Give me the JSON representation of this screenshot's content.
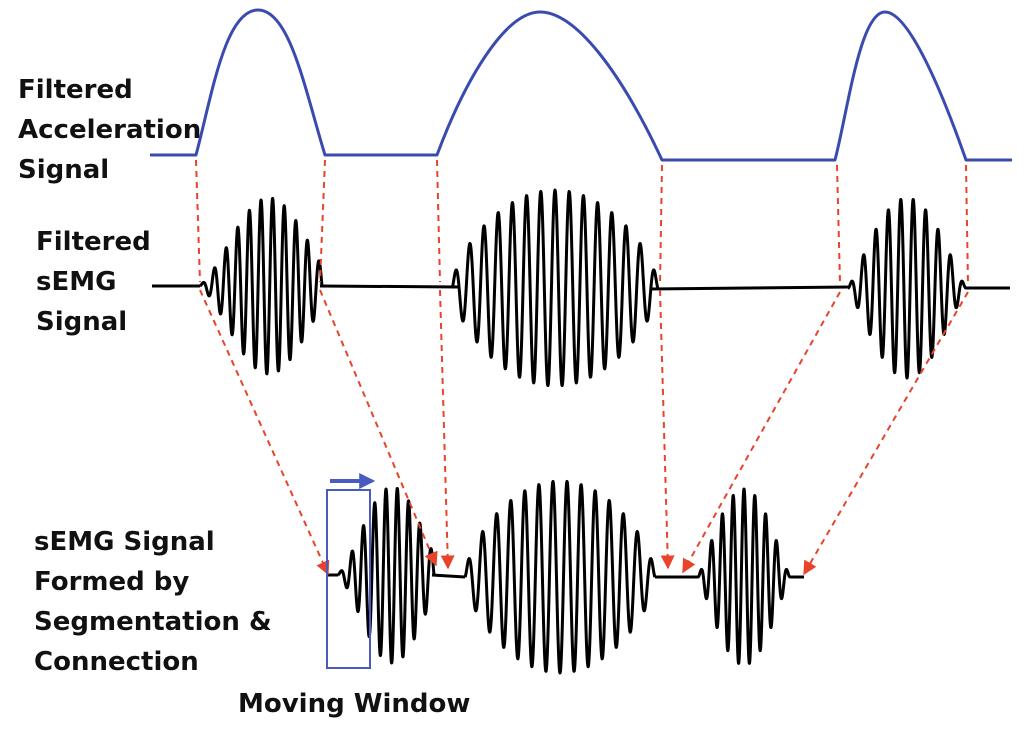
{
  "labels": {
    "acceleration": [
      "Filtered",
      "Acceleration",
      "Signal"
    ],
    "semg": [
      "Filtered",
      "sEMG",
      "Signal"
    ],
    "formed": [
      "sEMG Signal",
      "Formed by",
      "Segmentation &",
      "Connection"
    ],
    "moving_window": "Moving Window"
  },
  "colors": {
    "acceleration_line": "#3a4bb0",
    "semg_line": "#000000",
    "mapping_arrow": "#e8432b",
    "window_box": "#4a5bbf",
    "text": "#111111"
  }
}
